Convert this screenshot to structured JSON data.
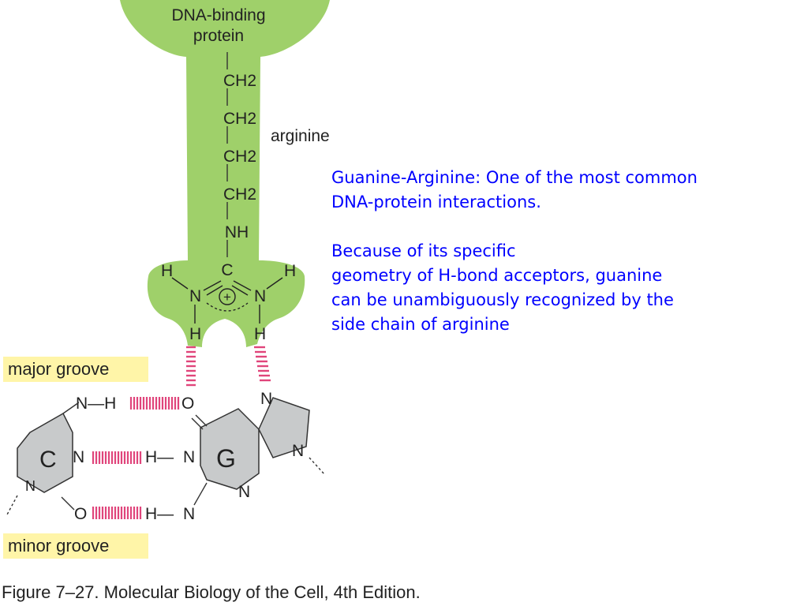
{
  "protein": {
    "label_line1": "DNA-binding",
    "label_line2": "protein"
  },
  "arginine": {
    "label": "arginine",
    "chain": [
      "CH2",
      "CH2",
      "CH2",
      "CH2",
      "NH",
      "C"
    ],
    "guanidinium": {
      "left_h": "H",
      "right_h": "H",
      "left_n": "N",
      "right_n": "N",
      "charge": "+",
      "bottom_h_left": "H",
      "bottom_h_right": "H"
    }
  },
  "grooves": {
    "major": "major groove",
    "minor": "minor groove"
  },
  "cytosine": {
    "letter": "C",
    "n_h_top": "N—H",
    "n_ring": "N",
    "o": "O",
    "n_backbone": "N"
  },
  "guanine": {
    "letter": "G",
    "o6": "O",
    "n7": "N",
    "n9": "N",
    "n1": "N",
    "n3": "N",
    "h_n1": "H—",
    "h_n2": "H—"
  },
  "caption": {
    "line1": "Guanine-Arginine:  One of the most common",
    "line2": "DNA-protein interactions.",
    "line3": "Because of its specific",
    "line4": "geometry of H-bond acceptors, guanine",
    "line5": "can be unambiguously recognized by the",
    "line6": "side chain of arginine"
  },
  "figure_caption": "Figure 7–27. Molecular Biology of the Cell, 4th Edition.",
  "colors": {
    "protein": "#9fd06a",
    "base": "#c8cacb",
    "hbond": "#e0457b",
    "groove_label_bg": "#fff5a8",
    "caption": "#0000ff"
  }
}
